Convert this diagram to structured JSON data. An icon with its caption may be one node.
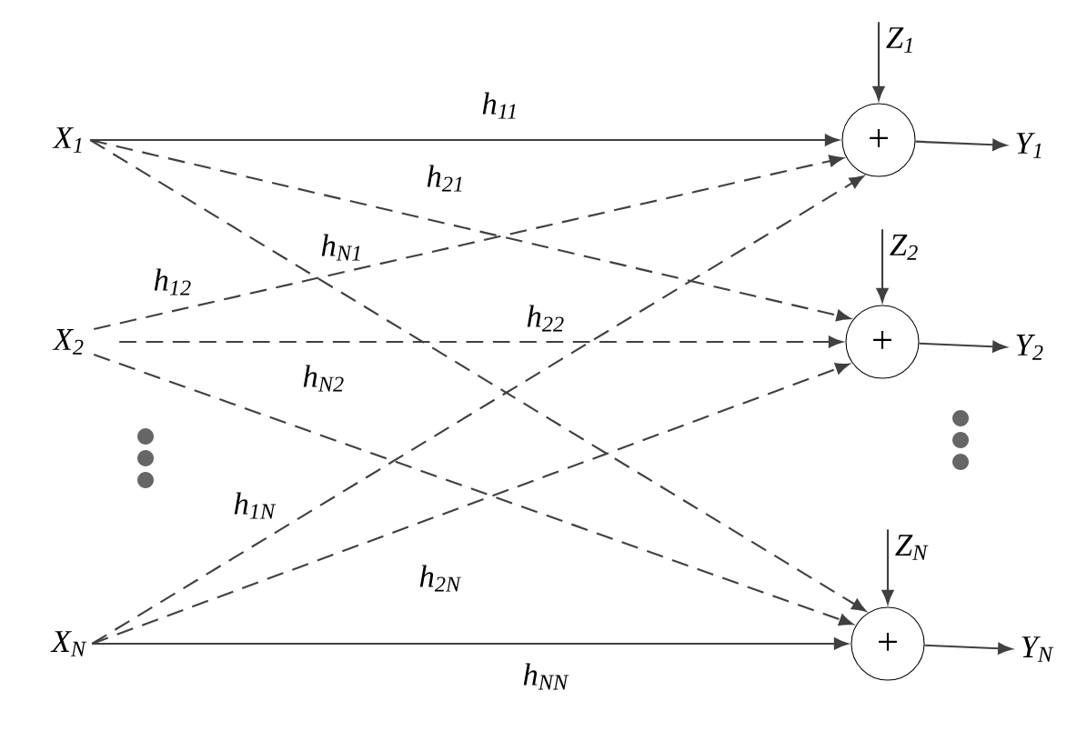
{
  "diagram": {
    "nodes": [
      {
        "text": [
          "X$_{1}$"
        ]
      },
      {
        "text": [
          "X$_{2}$"
        ]
      },
      {
        "text": [
          "X$_{N}$"
        ]
      },
      {
        "text": [
          "+"
        ]
      },
      {
        "text": [
          "+"
        ]
      },
      {
        "text": [
          "+"
        ]
      },
      {
        "text": [
          "Z$_{1}$"
        ]
      },
      {
        "text": [
          "Z$_{2}$"
        ]
      },
      {
        "text": [
          "Z$_{N}$"
        ]
      },
      {
        "text": [
          "Y$_{1}$"
        ]
      },
      {
        "text": [
          "Y$_{2}$"
        ]
      },
      {
        "text": [
          "Y$_{N}$"
        ]
      }
    ],
    "edges": [
      {
        "from": 0,
        "to": 3,
        "arrow": "to",
        "label": "h$_{11}$"
      },
      {
        "from": 0,
        "to": 4,
        "arrow": "to",
        "label": "h$_{21}$",
        "style": "dashed"
      },
      {
        "from": 0,
        "to": 5,
        "arrow": "to",
        "label": "h$_{N1}$",
        "style": "dashed"
      },
      {
        "from": 1,
        "to": 3,
        "arrow": "to",
        "label": "h$_{12}$",
        "style": "dashed"
      },
      {
        "from": 1,
        "to": 4,
        "arrow": "to",
        "label": "h$_{22}$",
        "style": "dashed"
      },
      {
        "from": 1,
        "to": 5,
        "arrow": "to",
        "label": "h$_{N2}$",
        "style": "dashed"
      },
      {
        "from": 2,
        "to": 3,
        "arrow": "to",
        "label": "h$_{1N}$",
        "style": "dashed"
      },
      {
        "from": 2,
        "to": 4,
        "arrow": "to",
        "label": "h$_{2N}$",
        "style": "dashed"
      },
      {
        "from": 2,
        "to": 5,
        "arrow": "to",
        "label": "h$_{NN}$"
      },
      {
        "from": 6,
        "to": 3,
        "arrow": "to"
      },
      {
        "from": 7,
        "to": 4,
        "arrow": "to"
      },
      {
        "from": 8,
        "to": 5,
        "arrow": "to"
      },
      {
        "from": 3,
        "to": 9,
        "arrow": "to"
      },
      {
        "from": 4,
        "to": 10,
        "arrow": "to"
      },
      {
        "from": 5,
        "to": 11,
        "arrow": "to"
      }
    ]
  }
}
